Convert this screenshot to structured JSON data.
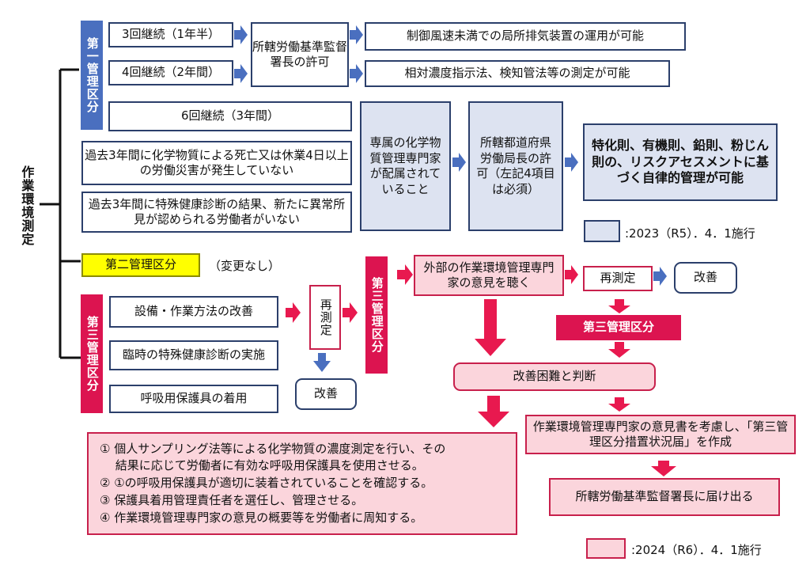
{
  "root_label": "作業環境測定",
  "class1": {
    "label": "第一管理区分",
    "cont3": "3回継続（1年半）",
    "cont4": "4回継続（2年間）",
    "permit": "所轄労働基準監督署長の許可",
    "result3": "制御風速未満での局所排気装置の運用が可能",
    "result4": "相対濃度指示法、検知管法等の測定が可能",
    "cont6": "6回継続（3年間）"
  },
  "conditions": {
    "cond1": "過去3年間に化学物質による死亡又は休業4日以上の労働災害が発生していない",
    "cond2": "過去3年間に特殊健康診断の結果、新たに異常所見が認められる労働者がいない",
    "specialist": "専属の化学物質管理専門家が配属されていること",
    "pref_permit": "所轄都道府県労働局長の許可（左記4項目は必須）",
    "autonomous": "特化則、有機則、鉛則、粉じん則の、リスクアセスメントに基づく自律的管理が可能"
  },
  "legend": {
    "r5": ":2023（R5）．4．1施行",
    "r6": ":2024（R6）．4．1施行"
  },
  "class2": {
    "label": "第二管理区分",
    "note": "（変更なし）"
  },
  "class3_left": {
    "label": "第三管理区分",
    "items": [
      "設備・作業方法の改善",
      "臨時の特殊健康診断の実施",
      "呼吸用保護具の着用"
    ],
    "remeasure": "再測定",
    "improve": "改善"
  },
  "class3_right": {
    "label": "第三管理区分",
    "listen": "外部の作業環境管理専門家の意見を聴く",
    "remeasure": "再測定",
    "improve": "改善",
    "again": "第三管理区分",
    "difficult": "改善困難と判断",
    "opinion": "作業環境管理専門家の意見書を考慮し、「第三管理区分措置状況届」を作成",
    "submit": "所轄労働基準監督署長に届け出る",
    "measures": [
      "① 個人サンプリング法等による化学物質の濃度測定を行い、その",
      "　 結果に応じて労働者に有効な呼吸用保護具を使用させる。",
      "② ①の呼吸用保護具が適切に装着されていることを確認する。",
      "③ 保護具着用管理責任者を選任し、管理させる。",
      "④ 作業環境管理専門家の意見の概要等を労働者に周知する。"
    ]
  }
}
